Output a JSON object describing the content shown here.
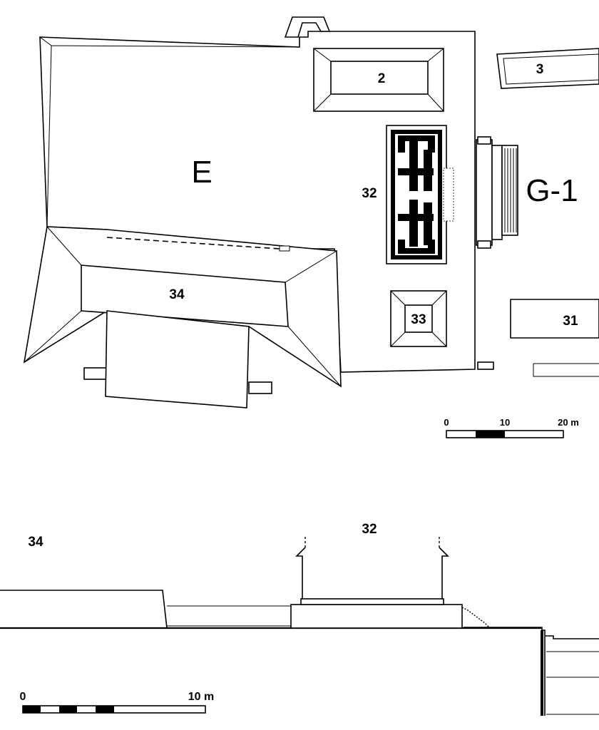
{
  "plan": {
    "labels": {
      "area_e": "E",
      "area_g1": "G-1",
      "structure_2": "2",
      "structure_3": "3",
      "structure_31": "31",
      "structure_32": "32",
      "structure_33": "33",
      "structure_34": "34"
    },
    "scale_bar": {
      "tick_0": "0",
      "tick_10": "10",
      "tick_20": "20 m"
    }
  },
  "section": {
    "labels": {
      "structure_34": "34",
      "structure_32": "32"
    },
    "scale_bar": {
      "tick_0": "0",
      "tick_10": "10 m"
    }
  }
}
